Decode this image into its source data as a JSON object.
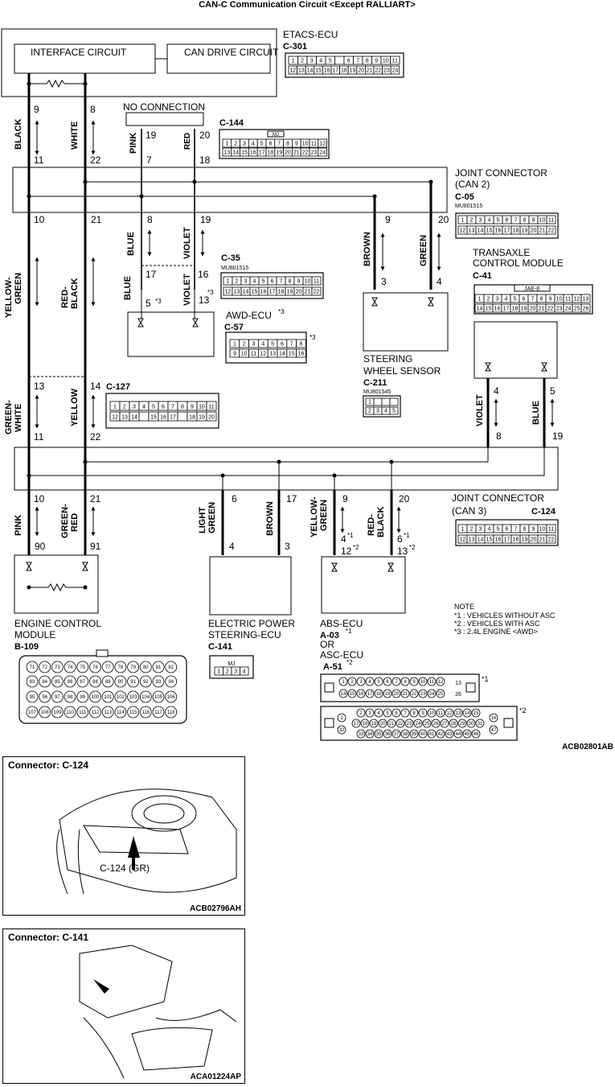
{
  "title": "CAN-C Communication Circuit <Except RALLIART>",
  "figure_code": "ACB02801AB",
  "etacs": {
    "name": "ETACS-ECU",
    "connector": "C-301",
    "interface": "INTERFACE CIRCUIT",
    "can_drive": "CAN DRIVE CIRCUIT",
    "pins_row1": [
      "1",
      "2",
      "3",
      "4",
      "5",
      "",
      "6",
      "7",
      "8",
      "9",
      "10",
      "11"
    ],
    "pins_row2": [
      "12",
      "13",
      "14",
      "15",
      "16",
      "17",
      "18",
      "19",
      "20",
      "21",
      "22",
      "23",
      "24"
    ]
  },
  "no_connection": "NO CONNECTION",
  "c144": {
    "connector": "C-144",
    "tag": "MJ",
    "pins_row1": [
      "1",
      "2",
      "3",
      "4",
      "5",
      "6",
      "7",
      "8",
      "9",
      "10",
      "11",
      "12"
    ],
    "pins_row2": [
      "13",
      "14",
      "15",
      "16",
      "17",
      "18",
      "19",
      "20",
      "21",
      "22",
      "23",
      "24"
    ]
  },
  "joint2": {
    "name1": "JOINT CONNECTOR",
    "name2": "(CAN 2)",
    "connector": "C-05",
    "part": "MU801515",
    "pins_row1": [
      "1",
      "2",
      "3",
      "4",
      "5",
      "6",
      "7",
      "8",
      "9",
      "10",
      "11"
    ],
    "pins_row2": [
      "12",
      "13",
      "14",
      "15",
      "16",
      "17",
      "18",
      "19",
      "20",
      "21",
      "22"
    ]
  },
  "c35": {
    "connector": "C-35",
    "part": "MU801515",
    "pins_row1": [
      "1",
      "2",
      "3",
      "4",
      "5",
      "6",
      "7",
      "8",
      "9",
      "10",
      "11"
    ],
    "pins_row2": [
      "12",
      "13",
      "14",
      "15",
      "16",
      "17",
      "18",
      "19",
      "20",
      "21",
      "22"
    ]
  },
  "awd": {
    "name": "AWD-ECU",
    "mark": "*3",
    "connector": "C-57",
    "conn_mark": "*3",
    "pins_row1": [
      "1",
      "2",
      "3",
      "4",
      "5",
      "6",
      "7",
      "8"
    ],
    "pins_row2": [
      "9",
      "10",
      "11",
      "12",
      "13",
      "14",
      "15",
      "16"
    ]
  },
  "transaxle": {
    "name1": "TRANSAXLE",
    "name2": "CONTROL MODULE",
    "connector": "C-41",
    "tag": "JAE-E",
    "pins_row1": [
      "1",
      "2",
      "3",
      "4",
      "5",
      "6",
      "7",
      "8",
      "9",
      "10",
      "11",
      "12",
      "13"
    ],
    "pins_row2": [
      "14",
      "15",
      "16",
      "17",
      "18",
      "19",
      "20",
      "21",
      "22",
      "23",
      "24",
      "25",
      "26"
    ]
  },
  "steering": {
    "name1": "STEERING",
    "name2": "WHEEL SENSOR",
    "connector": "C-211",
    "part": "MU801545",
    "pins_row1": [
      "1",
      "",
      "",
      ""
    ],
    "pins_row2": [
      "2",
      "3",
      "4",
      "5"
    ]
  },
  "c127": {
    "connector": "C-127",
    "pins_row1": [
      "1",
      "2",
      "3",
      "4",
      "5",
      "6",
      "7",
      "8",
      "9",
      "10",
      "11"
    ],
    "pins_row2": [
      "12",
      "13",
      "14",
      "",
      "15",
      "16",
      "17",
      "",
      "18",
      "19",
      "20"
    ]
  },
  "joint3": {
    "name1": "JOINT CONNECTOR",
    "name2": "(CAN 3)",
    "connector": "C-124",
    "pins_row1": [
      "1",
      "2",
      "3",
      "4",
      "5",
      "6",
      "7",
      "8",
      "9",
      "10",
      "11"
    ],
    "pins_row2": [
      "12",
      "13",
      "14",
      "15",
      "16",
      "17",
      "18",
      "19",
      "20",
      "21",
      "22"
    ]
  },
  "engine": {
    "name1": "ENGINE CONTROL",
    "name2": "MODULE",
    "connector": "B-109",
    "pins_row1": [
      "71",
      "72",
      "73",
      "74",
      "75",
      "76",
      "77",
      "78",
      "79",
      "80",
      "81",
      "82"
    ],
    "pins_row2": [
      "83",
      "84",
      "85",
      "86",
      "87",
      "88",
      "89",
      "90",
      "91",
      "92",
      "93",
      "94"
    ],
    "pins_row3": [
      "95",
      "96",
      "97",
      "98",
      "99",
      "100",
      "101",
      "102",
      "103",
      "104",
      "105",
      "106"
    ],
    "pins_row4": [
      "107",
      "108",
      "109",
      "110",
      "111",
      "112",
      "113",
      "114",
      "115",
      "116",
      "117",
      "118"
    ]
  },
  "eps": {
    "name1": "ELECTRIC POWER",
    "name2": "STEERING-ECU",
    "connector": "C-141",
    "tag": "MJ",
    "pins": [
      "1",
      "2",
      "3",
      "4"
    ]
  },
  "abs": {
    "name": "ABS-ECU",
    "connector": "A-03",
    "conn_mark": "*1",
    "or": "OR",
    "alt_name": "ASC-ECU",
    "alt_connector": "A-51",
    "alt_mark": "*2",
    "c1_mark": "*1",
    "c2_mark": "*2",
    "c1_row1": [
      "1",
      "2",
      "3",
      "4",
      "5",
      "6",
      "7",
      "8",
      "9",
      "10",
      "11",
      "12"
    ],
    "c1_row2": [
      "14",
      "15",
      "16",
      "17",
      "18",
      "19",
      "20",
      "21",
      "22",
      "23",
      "24",
      "25"
    ],
    "c1_left": "13",
    "c1_right": "26",
    "c2_row1": [
      "2",
      "3",
      "4",
      "5",
      "6",
      "7",
      "8",
      "9",
      "10",
      "11",
      "12",
      "13",
      "14",
      "15"
    ],
    "c2_row2": [
      "17",
      "18",
      "19",
      "20",
      "21",
      "22",
      "23",
      "24",
      "25",
      "26",
      "27",
      "28",
      "29",
      "30",
      "31"
    ],
    "c2_row3": [
      "33",
      "34",
      "35",
      "36",
      "37",
      "38",
      "39",
      "40",
      "41",
      "42",
      "43",
      "44",
      "45",
      "46"
    ],
    "c2_first": "1",
    "c2_first_low": "32",
    "c2_end_top": "16",
    "c2_end_bottom": "47"
  },
  "note": {
    "head": "NOTE",
    "l1": "*1 : VEHICLES WITHOUT ASC",
    "l2": "*2 : VEHICLES WITH ASC",
    "l3": "*3 : 2.4L ENGINE <AWD>"
  },
  "wires": {
    "w9": "9",
    "w8": "8",
    "black": "BLACK",
    "white": "WHITE",
    "w11": "11",
    "w22": "22",
    "pink": "PINK",
    "red": "RED",
    "w19": "19",
    "w20": "20",
    "w7": "7",
    "w18": "18",
    "j2_10": "10",
    "j2_21": "21",
    "j2_8": "8",
    "j2_19": "19",
    "j2_9": "9",
    "j2_20": "20",
    "blue": "BLUE",
    "violet": "VIOLET",
    "w17": "17",
    "w16": "16",
    "w5": "5",
    "w13": "13",
    "star3": "*3",
    "brown": "BROWN",
    "green": "GREEN",
    "s3": "3",
    "s4": "4",
    "yellow_green": "YELLOW-GREEN",
    "red_black": "RED-BLACK",
    "c127_13": "13",
    "c127_14": "14",
    "green_white": "GREEN-WHITE",
    "yellow": "YELLOW",
    "j3_11": "11",
    "j3_22": "22",
    "t4": "4",
    "t5": "5",
    "t8": "8",
    "t19": "19",
    "j3_10": "10",
    "j3_21": "21",
    "j3_6": "6",
    "j3_17": "17",
    "j3_9": "9",
    "j3_20": "20",
    "green_red": "GREEN-RED",
    "light_green": "LIGHT GREEN",
    "e90": "90",
    "e91": "91",
    "p4": "4",
    "p3": "3",
    "a4": "4",
    "a12": "12",
    "a6": "6",
    "a13": "13",
    "m1": "*1",
    "m2": "*2"
  },
  "photo1": {
    "title": "Connector: C-124",
    "label": "C-124 (GR)",
    "code": "ACB02796AH"
  },
  "photo2": {
    "title": "Connector: C-141",
    "code": "ACA01224AP"
  }
}
